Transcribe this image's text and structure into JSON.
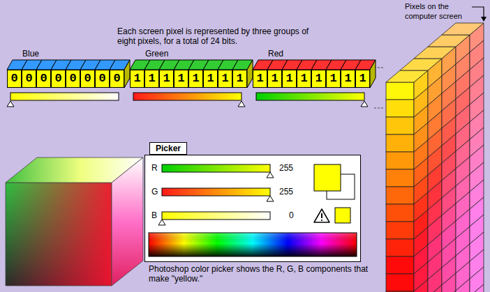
{
  "diagram": {
    "nodes": [
      {
        "text": [
          "Blue"
        ]
      },
      {
        "text": [
          "0"
        ],
        "in": 0
      },
      {
        "text": [
          "0"
        ],
        "in": 0
      },
      {
        "text": [
          "0"
        ],
        "in": 0
      },
      {
        "text": [
          "0"
        ],
        "in": 0
      },
      {
        "text": [
          "0"
        ],
        "in": 0
      },
      {
        "text": [
          "0"
        ],
        "in": 0
      },
      {
        "text": [
          "0"
        ],
        "in": 0
      },
      {
        "text": [
          "0"
        ],
        "in": 0
      },
      {
        "text": [
          "Green"
        ]
      },
      {
        "text": [
          "1"
        ],
        "in": 9
      },
      {
        "text": [
          "1"
        ],
        "in": 9
      },
      {
        "text": [
          "1"
        ],
        "in": 9
      },
      {
        "text": [
          "1"
        ],
        "in": 9
      },
      {
        "text": [
          "1"
        ],
        "in": 9
      },
      {
        "text": [
          "1"
        ],
        "in": 9
      },
      {
        "text": [
          "1"
        ],
        "in": 9
      },
      {
        "text": [
          "1"
        ],
        "in": 9
      },
      {
        "text": [
          "Red"
        ]
      },
      {
        "text": [
          "1"
        ],
        "in": 18
      },
      {
        "text": [
          "1"
        ],
        "in": 18
      },
      {
        "text": [
          "1"
        ],
        "in": 18
      },
      {
        "text": [
          "1"
        ],
        "in": 18
      },
      {
        "text": [
          "1"
        ],
        "in": 18
      },
      {
        "text": [
          "1"
        ],
        "in": 18
      },
      {
        "text": [
          "1"
        ],
        "in": 18
      },
      {
        "text": [
          "1"
        ],
        "in": 18
      },
      {
        "text": [
          "Picker"
        ]
      }
    ],
    "labels": [
      "Pixels on the computer screen",
      "Each screen pixel is represented by three groups of eight pixels, for a total of 24 bits.",
      "R",
      "255",
      "G",
      "255",
      "B",
      "0",
      "Photoshop color picker shows the R, G, B components that make \"yellow.\""
    ]
  }
}
